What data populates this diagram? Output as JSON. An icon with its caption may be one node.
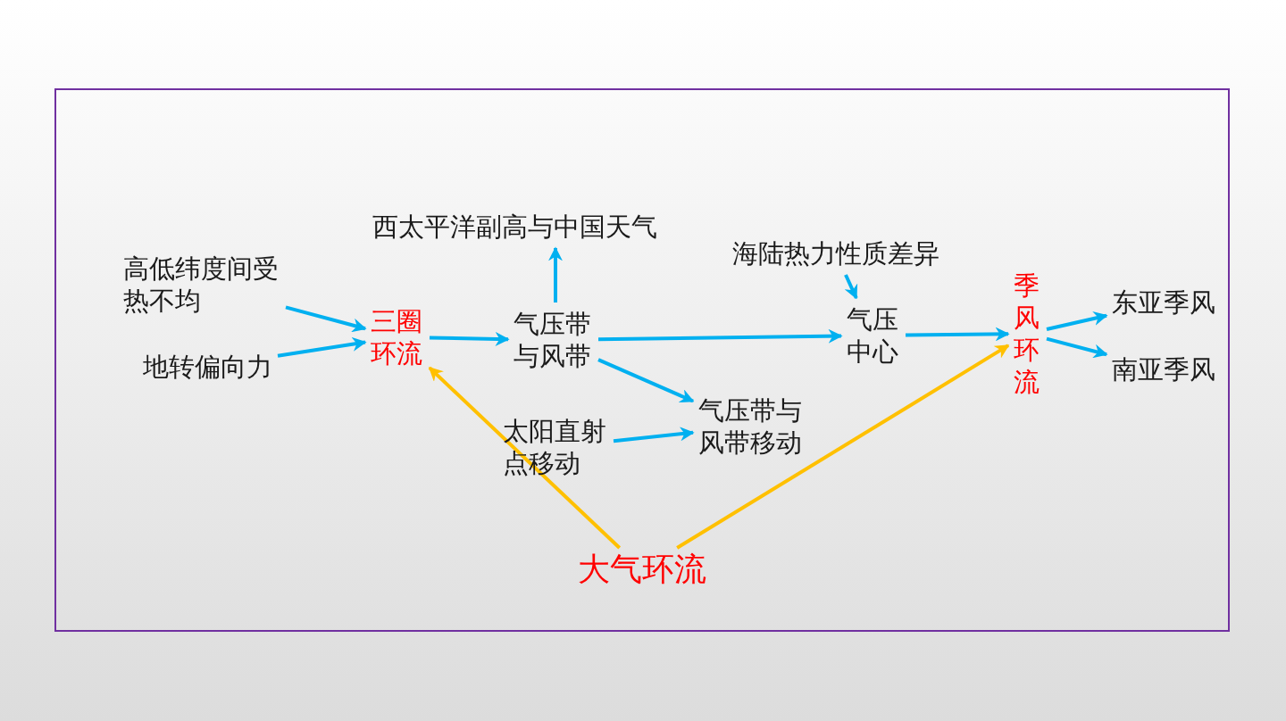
{
  "diagram": {
    "nodes": [
      {
        "text": [
          "高低纬度间受热不均"
        ]
      },
      {
        "text": [
          "地转偏向力"
        ]
      },
      {
        "text": [
          "三圈环流"
        ]
      },
      {
        "text": [
          "西太平洋副高与中国天气"
        ]
      },
      {
        "text": [
          "气压带与风带"
        ]
      },
      {
        "text": [
          "海陆热力性质差异"
        ]
      },
      {
        "text": [
          "气压中心"
        ]
      },
      {
        "text": [
          "季风环流"
        ]
      },
      {
        "text": [
          "东亚季风"
        ]
      },
      {
        "text": [
          "南亚季风"
        ]
      },
      {
        "text": [
          "太阳直射点移动"
        ]
      },
      {
        "text": [
          "气压带与风带移动"
        ]
      },
      {
        "text": [
          "大气环流"
        ]
      }
    ],
    "edges": [
      {
        "from": 0,
        "to": 2,
        "arrow": "to"
      },
      {
        "from": 1,
        "to": 2,
        "arrow": "to"
      },
      {
        "from": 2,
        "to": 4,
        "arrow": "to"
      },
      {
        "from": 4,
        "to": 3,
        "arrow": "to"
      },
      {
        "from": 4,
        "to": 6,
        "arrow": "to"
      },
      {
        "from": 4,
        "to": 11,
        "arrow": "to"
      },
      {
        "from": 10,
        "to": 11,
        "arrow": "to"
      },
      {
        "from": 5,
        "to": 6,
        "arrow": "to"
      },
      {
        "from": 6,
        "to": 7,
        "arrow": "to"
      },
      {
        "from": 7,
        "to": 8,
        "arrow": "to"
      },
      {
        "from": 7,
        "to": 9,
        "arrow": "to"
      },
      {
        "from": 12,
        "to": 2,
        "arrow": "to",
        "color": "#ffc000"
      },
      {
        "from": 12,
        "to": 7,
        "arrow": "to",
        "color": "#ffc000"
      }
    ]
  }
}
